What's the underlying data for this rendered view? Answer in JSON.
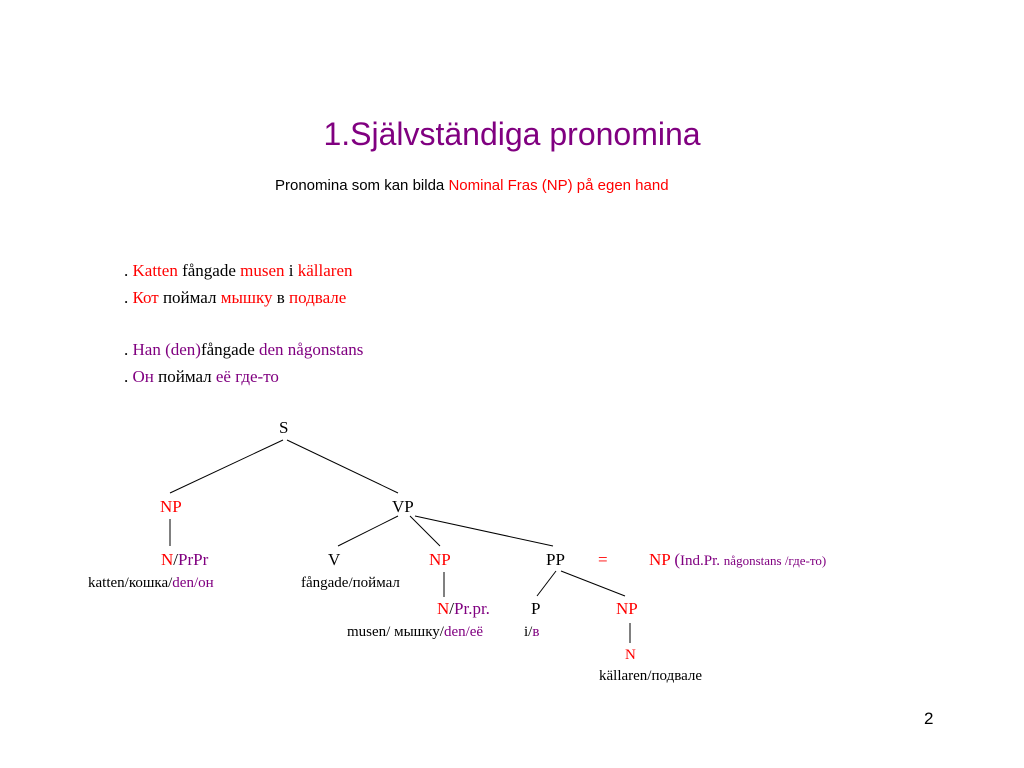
{
  "slide": {
    "title": "1.Självständiga pronomina",
    "subtitle": {
      "prefix": "Pronomina som kan bilda ",
      "highlight": "Nominal Fras (NP) på egen hand"
    },
    "page_number": "2"
  },
  "colors": {
    "title": "#800080",
    "highlight": "#ff0000",
    "pronoun": "#800080",
    "text": "#000000"
  },
  "examples": [
    {
      "dot": ". ",
      "w1": "Katten",
      "w2": " fångade ",
      "w3": "musen",
      "w4": " i ",
      "w5": "källaren"
    },
    {
      "dot": ". ",
      "w1": "Кот",
      "w2": " поймал ",
      "w3": "мышку",
      "w4": " в ",
      "w5": "подвале"
    },
    {
      "dot": ". ",
      "w1": "Han (den)",
      "w2": "fångade ",
      "w3": "den någonstans"
    },
    {
      "dot": ". ",
      "w1": "Он",
      "w2": " поймал ",
      "w3": "её где-то"
    }
  ],
  "tree": {
    "s": "S",
    "np": "NP",
    "vp": "VP",
    "n1": {
      "n": "N",
      "slash": "/",
      "pr": "PrPr"
    },
    "v": "V",
    "np2": "NP",
    "pp": "PP",
    "eq": "=",
    "np3": "NP",
    "indpr": {
      "open": " (",
      "label": "Ind.Pr. ",
      "words": "någonstans /где-то)"
    },
    "leaf_katten": {
      "a": "katten/кошка/",
      "b": "den/он"
    },
    "leaf_fangade": "fångade/поймал",
    "n2": {
      "n": "N",
      "slash": "/",
      "pr": "Pr.pr."
    },
    "p": "P",
    "np4": "NP",
    "leaf_musen": {
      "a": "musen/ мышку/",
      "b": "den/её"
    },
    "leaf_i": {
      "a": "i/",
      "b": "в"
    },
    "n3": "N",
    "leaf_kallaren": "källaren/подвале"
  }
}
